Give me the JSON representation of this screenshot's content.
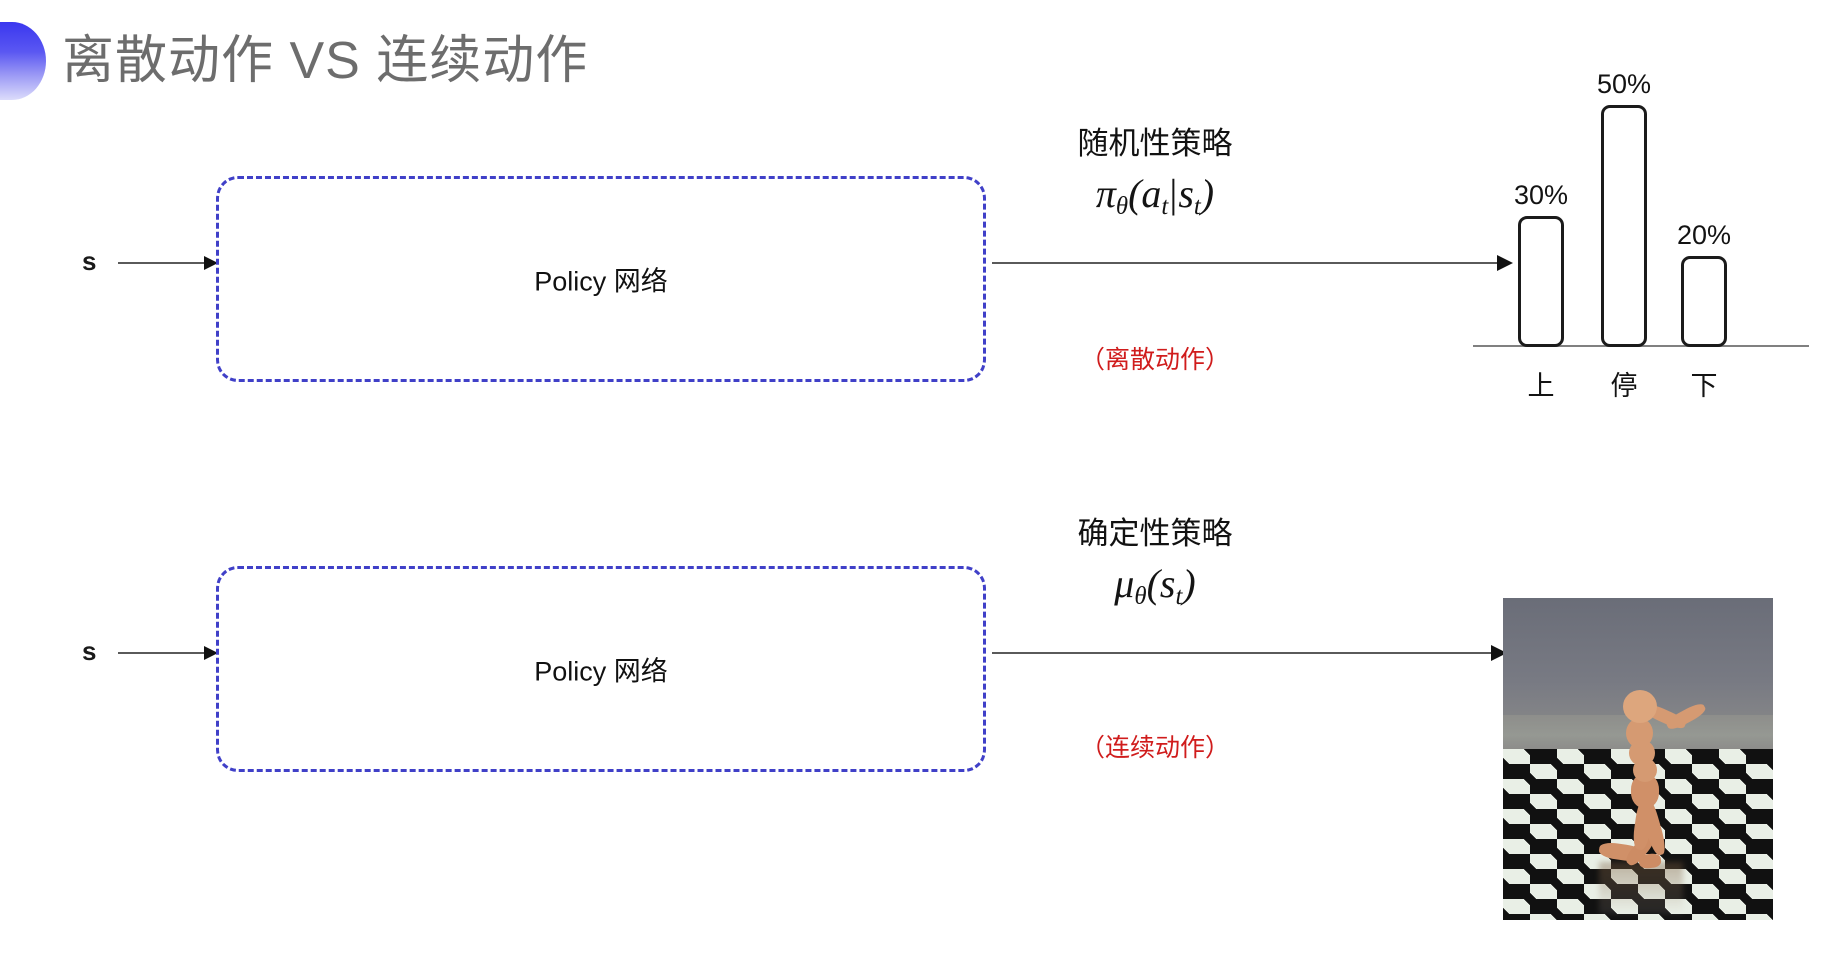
{
  "slide": {
    "title": "离散动作 VS 连续动作",
    "title_color": "#6d6d6d",
    "accent_color": "#3a37ef",
    "policy_border_color": "#4040c8",
    "note_color": "#d01c1c"
  },
  "rows": [
    {
      "id": "discrete",
      "state_label": "s",
      "policy_label": "Policy 网络",
      "annotation_title": "随机性策略",
      "annotation_formula": "πθ(at|st)",
      "annotation_note": "（离散动作）",
      "output_kind": "bar-chart"
    },
    {
      "id": "continuous",
      "state_label": "s",
      "policy_label": "Policy 网络",
      "annotation_title": "确定性策略",
      "annotation_formula": "μθ(st)",
      "annotation_note": "（连续动作）",
      "output_kind": "humanoid-simulation"
    }
  ],
  "chart_data": {
    "type": "bar",
    "title": "",
    "categories": [
      "上",
      "停",
      "下"
    ],
    "values": [
      30,
      50,
      20
    ],
    "value_labels": [
      "30%",
      "50%",
      "20%"
    ],
    "xlabel": "",
    "ylabel": "",
    "ylim": [
      0,
      55
    ],
    "grid": false,
    "legend": "none",
    "bar_fill": "#ffffff",
    "bar_stroke": "#1b1b1b"
  },
  "humanoid": {
    "caption": "",
    "scene": "MuJoCo humanoid on checkerboard floor"
  }
}
